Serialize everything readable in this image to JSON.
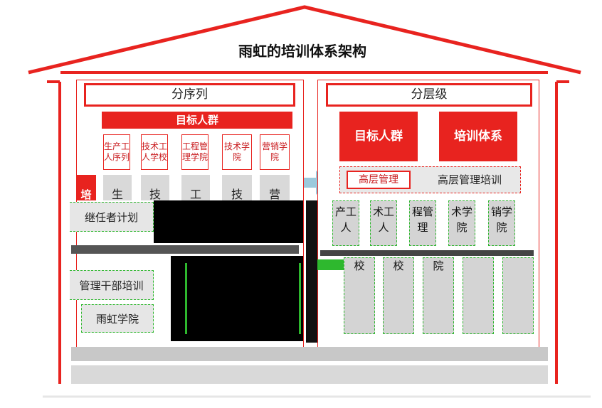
{
  "title": "雨虹的培训体系架构",
  "left_panel": {
    "header": "分序列",
    "target_bar": "目标人群",
    "sequences": [
      "生产工人序列",
      "技术工人学校",
      "工程管理学院",
      "技术学院",
      "营销学院"
    ],
    "col_fragments": [
      "生",
      "技",
      "工",
      "技",
      "营"
    ],
    "side_fragment": "培",
    "rows": [
      "继任者计划",
      "管理干部培训",
      "雨虹学院"
    ]
  },
  "right_panel": {
    "header": "分层级",
    "boxes": [
      "目标人群",
      "培训体系"
    ],
    "level_label": "高层管理",
    "level_program": "高层管理培训",
    "col_fragments": [
      "产工人",
      "术工人",
      "程管理",
      "术学院",
      "销学院"
    ],
    "bottom_fragments": [
      "校",
      "校",
      "院"
    ]
  },
  "colors": {
    "accent": "#e8231f",
    "arrow": "#9cc9dc",
    "dash_green": "#2eb82e"
  }
}
